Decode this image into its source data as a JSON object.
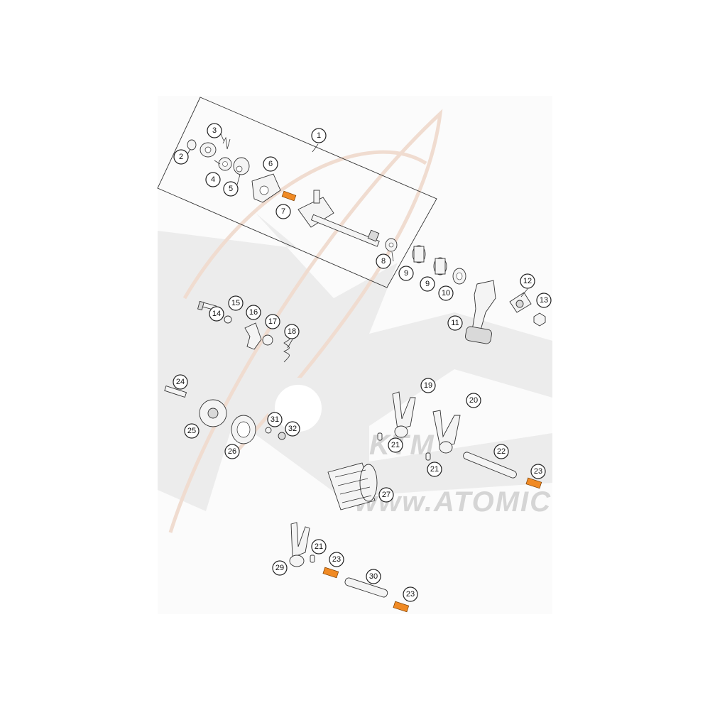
{
  "watermark": {
    "url_text": "www.ATOMIC",
    "brand_text": "KTM"
  },
  "callouts": [
    {
      "id": "c1",
      "label": "1"
    },
    {
      "id": "c2",
      "label": "2"
    },
    {
      "id": "c3",
      "label": "3"
    },
    {
      "id": "c4",
      "label": "4"
    },
    {
      "id": "c5",
      "label": "5"
    },
    {
      "id": "c6",
      "label": "6"
    },
    {
      "id": "c7",
      "label": "7"
    },
    {
      "id": "c8",
      "label": "8"
    },
    {
      "id": "c9a",
      "label": "9"
    },
    {
      "id": "c9b",
      "label": "9"
    },
    {
      "id": "c10",
      "label": "10"
    },
    {
      "id": "c11",
      "label": "11"
    },
    {
      "id": "c12",
      "label": "12"
    },
    {
      "id": "c13",
      "label": "13"
    },
    {
      "id": "c14",
      "label": "14"
    },
    {
      "id": "c15",
      "label": "15"
    },
    {
      "id": "c16",
      "label": "16"
    },
    {
      "id": "c17",
      "label": "17"
    },
    {
      "id": "c18",
      "label": "18"
    },
    {
      "id": "c19",
      "label": "19"
    },
    {
      "id": "c20",
      "label": "20"
    },
    {
      "id": "c21a",
      "label": "21"
    },
    {
      "id": "c21b",
      "label": "21"
    },
    {
      "id": "c21c",
      "label": "21"
    },
    {
      "id": "c22",
      "label": "22"
    },
    {
      "id": "c23a",
      "label": "23"
    },
    {
      "id": "c23b",
      "label": "23"
    },
    {
      "id": "c23c",
      "label": "23"
    },
    {
      "id": "c24",
      "label": "24"
    },
    {
      "id": "c25",
      "label": "25"
    },
    {
      "id": "c26",
      "label": "26"
    },
    {
      "id": "c27",
      "label": "27"
    },
    {
      "id": "c29",
      "label": "29"
    },
    {
      "id": "c30",
      "label": "30"
    },
    {
      "id": "c31",
      "label": "31"
    },
    {
      "id": "c32",
      "label": "32"
    }
  ]
}
